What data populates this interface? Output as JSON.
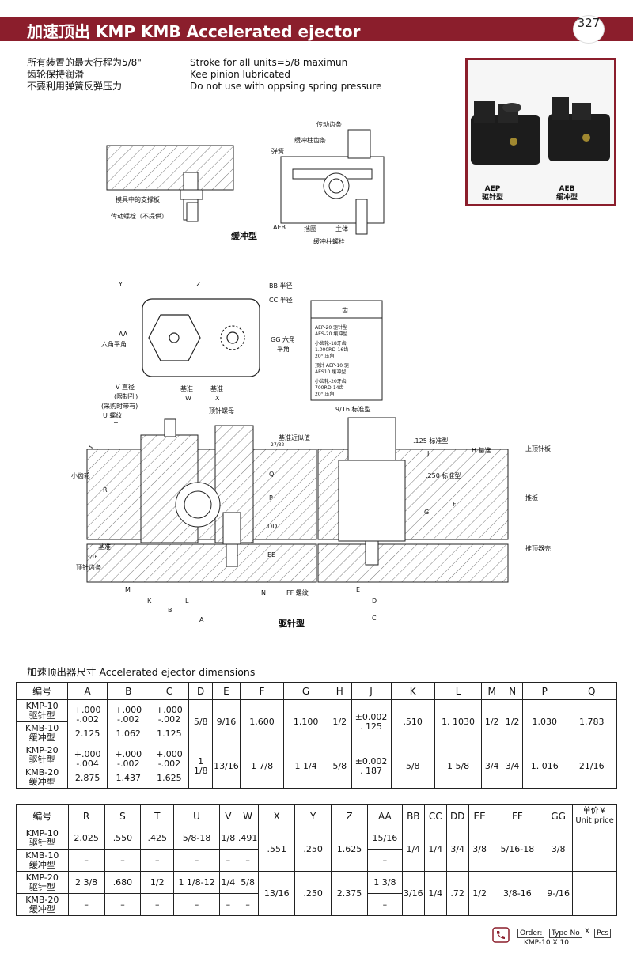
{
  "header": {
    "title": "加速顶出 KMP KMB  Accelerated ejector",
    "page_number": "327",
    "accent": "#8b1e2c"
  },
  "notes": {
    "cn": [
      "所有装置的最大行程为5/8\"",
      "齿轮保持润滑",
      "不要利用弹簧反弹压力"
    ],
    "en": [
      "Stroke for all units=5/8 maximun",
      "Kee pinion lubricated",
      "Do not use with oppsing spring pressure"
    ]
  },
  "photo": {
    "left_label_1": "AEP",
    "left_label_2": "驱针型",
    "right_label_1": "AEB",
    "right_label_2": "缓冲型"
  },
  "drawing_labels": {
    "transmission_rack": "传动齿条",
    "buffer_rack": "缓冲柱齿条",
    "spring": "弹簧",
    "mold_plate": "模具中的支撑板",
    "drive_bolt": "传动螺栓（不提供）",
    "buffer_type": "缓冲型",
    "aeb": "AEB",
    "stop": "挡圈",
    "body": "主体",
    "buffer_bolt": "缓冲柱螺栓",
    "y": "Y",
    "z": "Z",
    "bb": "BB 半径",
    "cc": "CC 半径",
    "aa": "AA",
    "hex_flat_left": "六角平角",
    "gg": "GG 六角",
    "flat": "平角",
    "gear_box_title": "齿",
    "gear_box_rows": [
      "AEP-20  驱针型",
      "AES-20  缓冲型",
      "小齿轮-18牙齿",
      "1.000P.D-16齿",
      "20° 压角",
      "顶针 AEP-10 驱",
      "AES10  缓冲型",
      "小齿轮-20牙齿",
      "700P.D-14齿",
      "20° 压角"
    ],
    "v_dia": "V 直径",
    "limit_hole": "(限制孔)",
    "purchase": "(采购时带有)",
    "u_thread": "U 螺纹",
    "t": "T",
    "datum": "基准",
    "w": "W",
    "x": "X",
    "nut": "顶针螺母",
    "s": "S",
    "r": "R",
    "pinion": "小齿轮",
    "datum_approx": "基准近似值",
    "frac_27_32": "27/32",
    "q": "Q",
    "p": "P",
    "dd": "DD",
    "ee": "EE",
    "frac_3_16": "3/16",
    "datum2": "基准",
    "top_rack": "顶针齿条",
    "m": "M",
    "k": "K",
    "l": "L",
    "b": "B",
    "a": "A",
    "n": "N",
    "ff": "FF 螺纹",
    "eject_type": "驱针型",
    "std_9_16": "9/16 标准型",
    "std_125": ".125 标准型",
    "std_250": ".250 标准型",
    "j": "J",
    "h": "H 基准",
    "top_plate": "上顶针板",
    "push_plate": "推板",
    "g": "G",
    "f": "F",
    "ejector_housing": "推顶器壳",
    "e": "E",
    "d": "D",
    "c": "C"
  },
  "section_title": "加速顶出器尺寸  Accelerated ejector dimensions",
  "table1": {
    "headers": [
      "编号",
      "A",
      "B",
      "C",
      "D",
      "E",
      "F",
      "G",
      "H",
      "J",
      "K",
      "L",
      "M",
      "N",
      "P",
      "Q"
    ],
    "kmp10": "KMP-10",
    "kmp10_sub": "驱针型",
    "kmb10": "KMB-10",
    "kmb10_sub": "缓冲型",
    "kmp20": "KMP-20",
    "kmp20_sub": "驱针型",
    "kmb20": "KMB-20",
    "kmb20_sub": "缓冲型",
    "r1": {
      "A_tol": "+.000",
      "A_tol2": "-.002",
      "A": "2.125",
      "B_tol": "+.000",
      "B_tol2": "-.002",
      "B": "1.062",
      "C_tol": "+.000",
      "C_tol2": "-.002",
      "C": "1.125",
      "D": "5/8",
      "E": "9/16",
      "F": "1.600",
      "G": "1.100",
      "H": "1/2",
      "J": "±0.002",
      "J2": ". 125",
      "K": ".510",
      "L": "1. 1030",
      "M": "1/2",
      "N": "1/2",
      "P": "1.030",
      "Q": "1.783"
    },
    "r2": {
      "A_tol": "+.000",
      "A_tol2": "-.004",
      "A": "2.875",
      "B_tol": "+.000",
      "B_tol2": "-.002",
      "B": "1.437",
      "C_tol": "+.000",
      "C_tol2": "-.002",
      "C": "1.625",
      "D": "1 1/8",
      "E": "13/16",
      "F": "1 7/8",
      "G": "1 1/4",
      "H": "5/8",
      "J": "±0.002",
      "J2": ". 187",
      "K": "5/8",
      "L": "1 5/8",
      "M": "3/4",
      "N": "3/4",
      "P": "1. 016",
      "Q": "21/16"
    }
  },
  "table2": {
    "headers": [
      "编号",
      "R",
      "S",
      "T",
      "U",
      "V",
      "W",
      "X",
      "Y",
      "Z",
      "AA",
      "BB",
      "CC",
      "DD",
      "EE",
      "FF",
      "GG"
    ],
    "unit_price_1": "单价￥",
    "unit_price_2": "Unit price",
    "kmp10": "KMP-10",
    "kmp10_sub": "驱针型",
    "kmb10": "KMB-10",
    "kmb10_sub": "缓冲型",
    "kmp20": "KMP-20",
    "kmp20_sub": "驱针型",
    "kmb20": "KMB-20",
    "kmb20_sub": "缓冲型",
    "dash": "–",
    "r1": {
      "R": "2.025",
      "S": ".550",
      "T": ".425",
      "U": "5/8-18",
      "V": "1/8",
      "W": ".491",
      "X": ".551",
      "Y": ".250",
      "Z": "1.625",
      "AA": "15/16",
      "BB": "1/4",
      "CC": "1/4",
      "DD": "3/4",
      "EE": "3/8",
      "FF": "5/16-18",
      "GG": "3/8"
    },
    "r3": {
      "R": "2 3/8",
      "S": ".680",
      "T": "1/2",
      "U": "1 1/8-12",
      "V": "1/4",
      "W": "5/8",
      "X": "13/16",
      "Y": ".250",
      "Z": "2.375",
      "AA": "1 3/8",
      "BB": "3/16",
      "CC": "1/4",
      "DD": ".72",
      "EE": "1/2",
      "FF": "3/8-16",
      "GG": "9-/16"
    }
  },
  "footer": {
    "order": "Order:",
    "type_no": "Type No",
    "x": "X",
    "pcs": "Pcs",
    "example": "KMP-10   X  10"
  }
}
